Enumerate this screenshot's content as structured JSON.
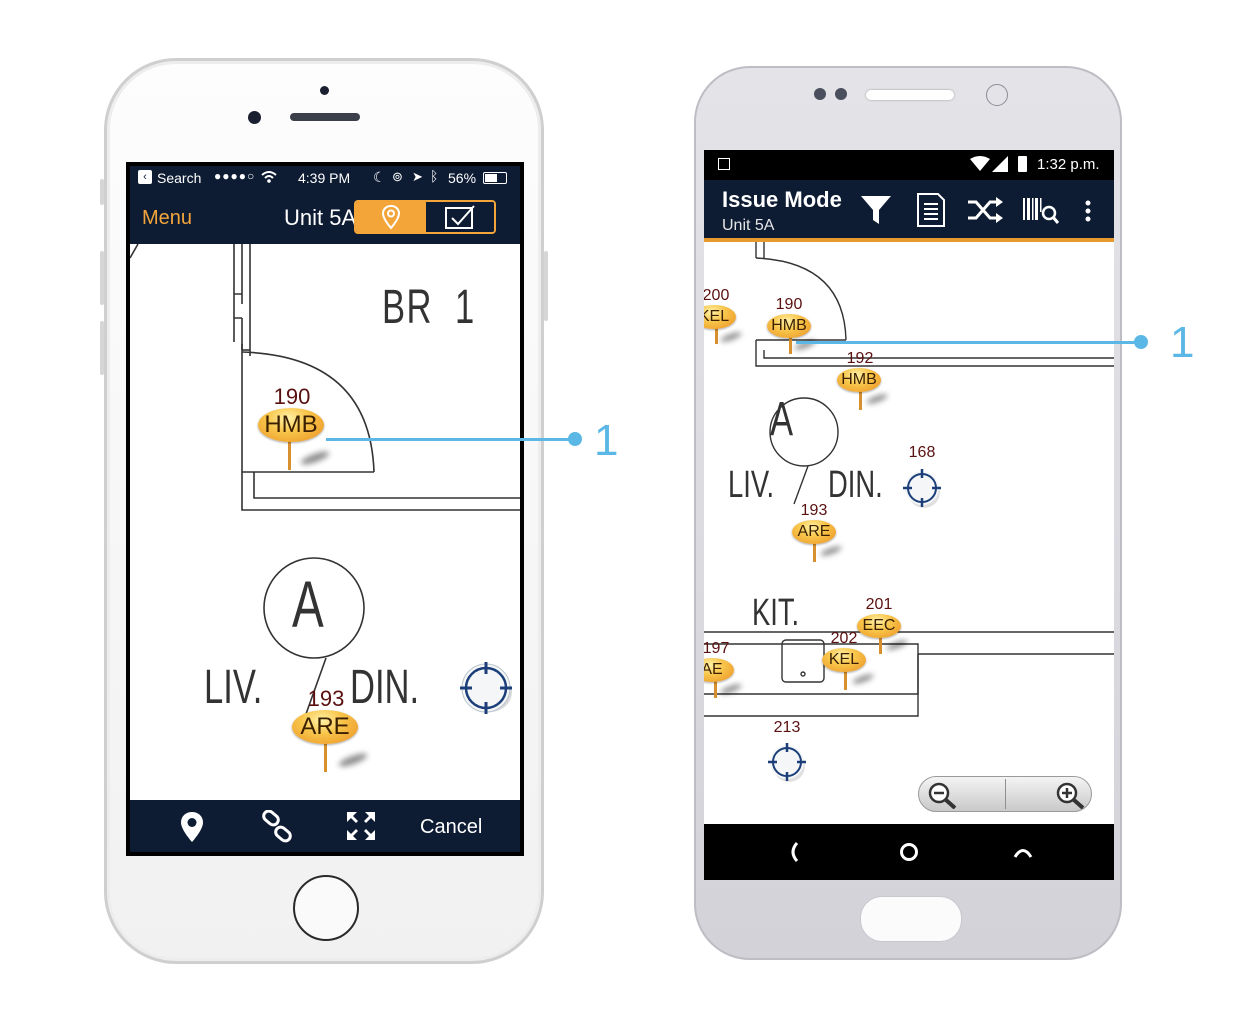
{
  "iphone": {
    "status": {
      "back_label": "Search",
      "signal": "●●●●○",
      "time": "4:39 PM",
      "battery": "56%"
    },
    "nav": {
      "menu_label": "Menu",
      "title": "Unit 5A"
    },
    "plan": {
      "room_label": "BR  1",
      "symbol": "A",
      "liv": "LIV.",
      "din": "DIN."
    },
    "pins": [
      {
        "number": "190",
        "code": "HMB"
      },
      {
        "number": "193",
        "code": "ARE"
      }
    ],
    "toolbar": {
      "cancel_label": "Cancel"
    },
    "callout": "1"
  },
  "android": {
    "status": {
      "time": "1:32 p.m."
    },
    "appbar": {
      "title": "Issue Mode",
      "subtitle": "Unit 5A"
    },
    "plan": {
      "symbol": "A",
      "liv": "LIV.",
      "din": "DIN.",
      "kit": "KIT."
    },
    "pins": [
      {
        "number": "200",
        "code": "KEL"
      },
      {
        "number": "190",
        "code": "HMB"
      },
      {
        "number": "192",
        "code": "HMB"
      },
      {
        "number": "193",
        "code": "ARE"
      },
      {
        "number": "201",
        "code": "EEC"
      },
      {
        "number": "202",
        "code": "KEL"
      },
      {
        "number": "197",
        "code": "AE"
      }
    ],
    "targets": [
      {
        "number": "168"
      },
      {
        "number": "213"
      }
    ],
    "callout": "1"
  },
  "colors": {
    "navy": "#0d1b33",
    "accent_orange": "#f3a53a",
    "callout_blue": "#5bb8e6"
  }
}
